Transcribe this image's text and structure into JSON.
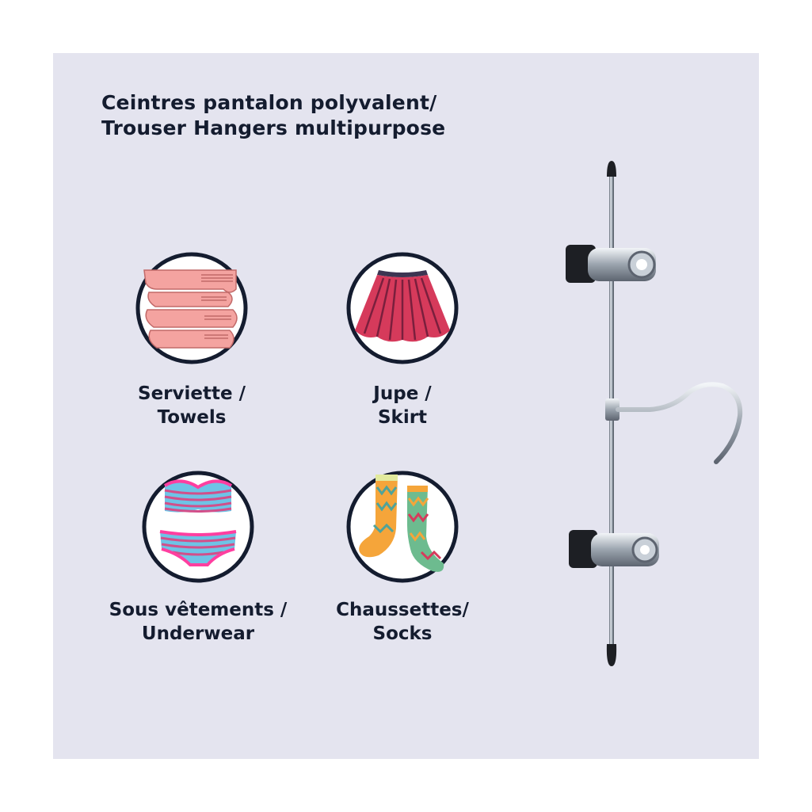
{
  "title": {
    "line1": "Ceintres pantalon polyvalent/",
    "line2": "Trouser Hangers multipurpose"
  },
  "items": [
    {
      "icon": "towels-icon",
      "line1": "Serviette /",
      "line2": "Towels"
    },
    {
      "icon": "skirt-icon",
      "line1": "Jupe /",
      "line2": "Skirt"
    },
    {
      "icon": "underwear-icon",
      "line1": "Sous vêtements /",
      "line2": "Underwear"
    },
    {
      "icon": "socks-icon",
      "line1": "Chaussettes/",
      "line2": "Socks"
    }
  ],
  "colors": {
    "panel": "#e4e4ef",
    "text": "#141c2f",
    "towel": "#f4a3a0",
    "skirt": "#d63a5b",
    "underwear_pink": "#ff3fa0",
    "underwear_blue": "#6ec3e6",
    "sock_orange": "#f5a53a",
    "sock_green": "#6dbb8f"
  }
}
